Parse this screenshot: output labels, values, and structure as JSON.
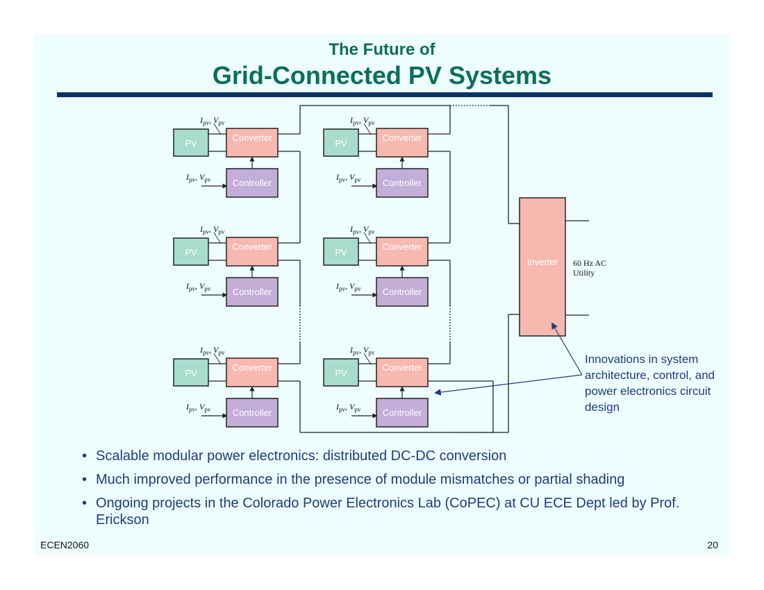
{
  "slide": {
    "title_line1": "The Future of",
    "title_line2": "Grid-Connected PV Systems",
    "footer_course": "ECEN2060",
    "page_number": "20"
  },
  "diagram": {
    "pv_label": "PV",
    "converter_label": "Converter",
    "controller_label": "Controller",
    "inverter_label": "Inverter",
    "signal_label_i": "I",
    "signal_label_v": "V",
    "signal_subscript": "pv",
    "utility_line1": "60 Hz AC",
    "utility_line2": "Utility",
    "annotation": "Innovations in system architecture, control, and power electronics circuit design",
    "colors": {
      "pv_fill": "#a8dccc",
      "converter_fill": "#f7b8b0",
      "controller_fill": "#c3aed8",
      "inverter_fill": "#f7b8b0"
    }
  },
  "bullets": [
    "Scalable modular power electronics: distributed DC-DC conversion",
    "Much improved performance in the presence of module mismatches or partial shading",
    "Ongoing projects in the Colorado Power Electronics Lab (CoPEC) at CU ECE Dept led by Prof. Erickson"
  ]
}
